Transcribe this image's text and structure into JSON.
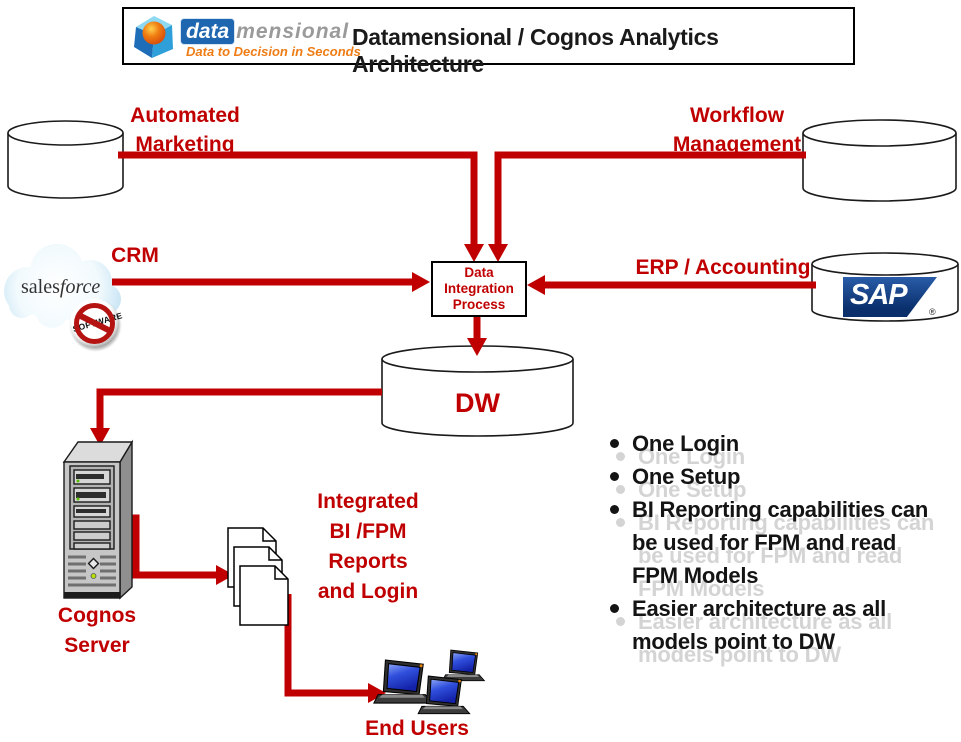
{
  "header": {
    "logo": {
      "word_primary": "data",
      "word_secondary": "mensional",
      "tagline": "Data to Decision in Seconds"
    },
    "title": "Datamensional / Cognos Analytics Architecture"
  },
  "diagram": {
    "automated_marketing_label": "Automated\nMarketing",
    "workflow_management_label": "Workflow\nManagement",
    "crm_label": "CRM",
    "erp_label": "ERP / Accounting",
    "integration_box_label": "Data\nIntegration\nProcess",
    "dw_label": "DW",
    "cognos_server_label": "Cognos\nServer",
    "reports_label": "Integrated\nBI /FPM\nReports\nand Login",
    "end_users_label": "End Users",
    "salesforce_word1": "sales",
    "salesforce_word2": "force",
    "no_software_badge": "SOFTWARE",
    "sap_logo": "SAP",
    "sap_registered": "®"
  },
  "bullets": {
    "lines": [
      {
        "text": "One Login"
      },
      {
        "text": "One Setup"
      },
      {
        "text": "BI Reporting capabilities can"
      },
      {
        "text": "be used for FPM and read"
      },
      {
        "text": "FPM Models"
      },
      {
        "text": "Easier architecture as all"
      },
      {
        "text": "models point to DW"
      }
    ]
  },
  "colors": {
    "accent_red": "#C00000",
    "ghost_gray": "#D4D4D4",
    "sap_navy": "#0A2F6B",
    "logo_blue": "#1F66B0",
    "logo_orange": "#EF7C15"
  }
}
